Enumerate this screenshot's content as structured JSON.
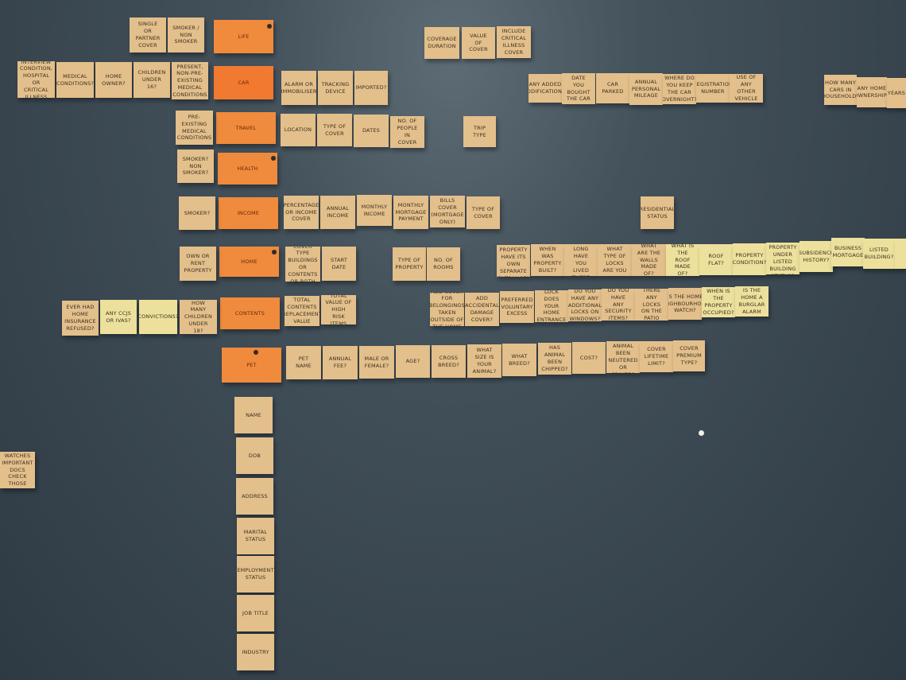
{
  "categories": {
    "life": "Life",
    "car": "Car",
    "travel": "Travel",
    "health": "Health",
    "income": "Income",
    "home": "Home",
    "contents": "Contents",
    "pet": "Pet"
  },
  "top_left": {
    "single_joint": "Single or Partner Cover",
    "smoker": "Smoker / Non Smoker"
  },
  "top_center": {
    "coverage_duration": "Coverage Duration",
    "value_of_cover": "Value of Cover",
    "critical_illness": "Include Critical Illness Cover"
  },
  "left_row": {
    "n1": "Interview Condition, Hospital or Critical Illness",
    "n2": "Medical Conditions?",
    "n3": "Home Owner?",
    "n4": "Children Under 16?",
    "n5": "Present, Non-Pre-existing Medical Conditions"
  },
  "car_row": {
    "n1": "Alarm or Immobiliser",
    "n2": "Tracking Device",
    "n3": "Imported?"
  },
  "car_right": {
    "n1": "Any Added Modifications?",
    "n2": "Date You Bought the Car",
    "n3": "Car Parked",
    "n4": "Annual Personal Mileage",
    "n5": "Where do you Keep the Car Overnight?",
    "n6": "Registration Number",
    "n7": "Use of Any Other Vehicle"
  },
  "far_right": {
    "n1": "How Many Cars in Household?",
    "n2": "Any Home Ownership?",
    "n3": "Years"
  },
  "travel_row": {
    "pre": "Pre-existing Medical Conditions",
    "n1": "Location",
    "n2": "Type of Cover",
    "n3": "Dates",
    "n4": "No. of People in Cover",
    "trip": "Trip Type"
  },
  "health_left": {
    "n1": "Smoker? Non Smoker?"
  },
  "income_row": {
    "left": "Smoker?",
    "n1": "Percentage or Income Cover",
    "n2": "Annual Income",
    "n3": "Monthly Income",
    "n4": "Monthly Mortgage Payment",
    "n5": "Bills Cover (Mortgage Only)",
    "n6": "Type of Cover",
    "res": "Residential Status"
  },
  "home_row": {
    "left": "Own or Rent Property",
    "n1": "Cover Type Buildings or Contents or Both",
    "n2": "Start Date",
    "n3": "Type of Property",
    "n4": "No. of Rooms"
  },
  "home_right": {
    "n1": "Does Property Have its Own Separate Entrance?",
    "n2": "When Was Property Built?",
    "n3": "How Long Have You Lived There",
    "n4": "What Type of Locks Are You",
    "n5": "What Are the Walls Made Of?",
    "n6": "What is the Roof Made Of?",
    "n7": "Roof Flat?",
    "n8": "Property Condition?",
    "n9": "Is the Property Under Listed Building Status?",
    "n10": "Subsidence History?",
    "n11": "Business Mortgage",
    "n12": "Listed Building?"
  },
  "contents_row": {
    "l1": "Ever Had Home Insurance Refused?",
    "l2": "Any CCJs or IVAs?",
    "l3": "Convictions?",
    "l4": "How Many Children Under 18?",
    "n1": "Total Contents Replacement Value",
    "n2": "Total Value of High Risk Items",
    "n3": "Add Cover for Belongings Taken Outside of the Home",
    "n4": "Add Accidental Damage Cover?",
    "n5": "Preferred Voluntary Excess",
    "n6": "What Type of Lock Does Your Home Entrance Door Have?",
    "n7": "Do You Have Any Additional Locks on Windows?",
    "n8": "Do You Have Any Security Items?",
    "n9": "Are There Any Locks on the Patio Doors?",
    "n10": "Is the Home Neighbourhood Watch?",
    "n11": "When is the Property Occupied?",
    "n12": "Is the Home a Burglar Alarm"
  },
  "pet_row": {
    "n1": "Pet Name",
    "n2": "Annual Fee?",
    "n3": "Male or Female?",
    "n4": "Age?",
    "n5": "Cross Breed?",
    "n6": "What Size is Your Animal?",
    "n7": "What Breed?",
    "n8": "Has Animal Been Chipped?",
    "n9": "Cost?",
    "n10": "Has the Animal Been Neutered or Spayed?",
    "n11": "Cover Lifetime Limit?",
    "n12": "Cover Premium Type?"
  },
  "column": {
    "n1": "Name",
    "n2": "DOB",
    "n3": "Address",
    "n4": "Marital Status",
    "n5": "Employment Status",
    "n6": "Job Title",
    "n7": "Industry"
  },
  "side": {
    "sales": "Sales Person Watches Important Docs Check Those for Bad Fan"
  }
}
